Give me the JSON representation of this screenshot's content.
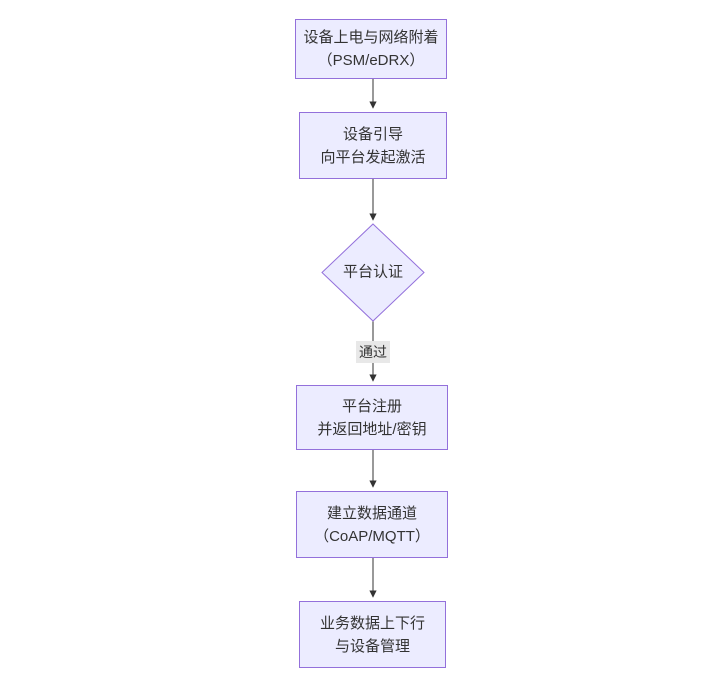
{
  "diagram": {
    "type": "flowchart",
    "direction": "top-down",
    "colors": {
      "canvas_background": "#ffffff",
      "node_fill": "#ECECFF",
      "node_border": "#9370DB",
      "text_color": "#333333",
      "edge_color": "#333333",
      "edge_label_background": "#e8e8e8"
    },
    "nodes": [
      {
        "id": "n1",
        "shape": "rectangle",
        "lines": [
          "设备上电与网络附着",
          "（PSM/eDRX）"
        ]
      },
      {
        "id": "n2",
        "shape": "rectangle",
        "lines": [
          "设备引导",
          "向平台发起激活"
        ]
      },
      {
        "id": "n3",
        "shape": "diamond",
        "lines": [
          "平台认证"
        ]
      },
      {
        "id": "n4",
        "shape": "rectangle",
        "lines": [
          "平台注册",
          "并返回地址/密钥"
        ]
      },
      {
        "id": "n5",
        "shape": "rectangle",
        "lines": [
          "建立数据通道",
          "（CoAP/MQTT）"
        ]
      },
      {
        "id": "n6",
        "shape": "rectangle",
        "lines": [
          "业务数据上下行",
          "与设备管理"
        ]
      }
    ],
    "edges": [
      {
        "from": "n1",
        "to": "n2",
        "label": ""
      },
      {
        "from": "n2",
        "to": "n3",
        "label": ""
      },
      {
        "from": "n3",
        "to": "n4",
        "label": "通过"
      },
      {
        "from": "n4",
        "to": "n5",
        "label": ""
      },
      {
        "from": "n5",
        "to": "n6",
        "label": ""
      }
    ]
  }
}
